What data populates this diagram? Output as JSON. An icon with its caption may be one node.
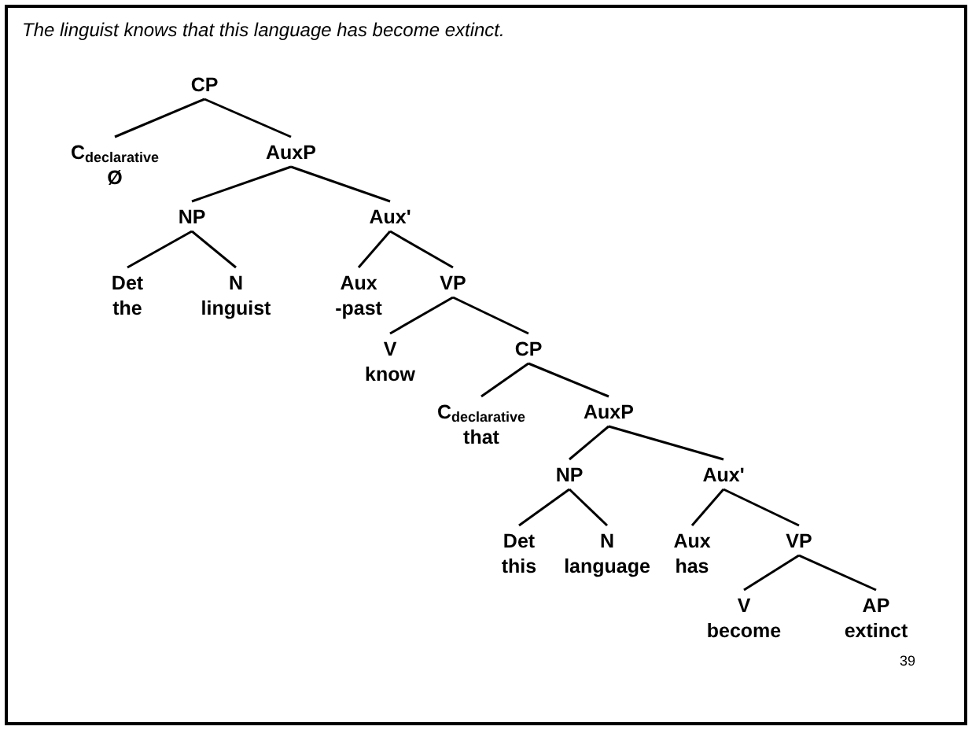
{
  "diagram": {
    "title": "The linguist knows that this language has become extinct.",
    "nodes": [
      {
        "text": [
          "CP"
        ]
      },
      {
        "text": [
          "C$_{declarative}$",
          "Ø"
        ]
      },
      {
        "text": [
          "AuxP"
        ]
      },
      {
        "text": [
          "NP"
        ]
      },
      {
        "text": [
          "Aux'"
        ]
      },
      {
        "text": [
          "Det",
          "the"
        ]
      },
      {
        "text": [
          "N",
          "linguist"
        ]
      },
      {
        "text": [
          "Aux",
          "-past"
        ]
      },
      {
        "text": [
          "VP"
        ]
      },
      {
        "text": [
          "V",
          "know"
        ]
      },
      {
        "text": [
          "CP"
        ]
      },
      {
        "text": [
          "C$_{declarative}$",
          "that"
        ]
      },
      {
        "text": [
          "AuxP"
        ]
      },
      {
        "text": [
          "NP"
        ]
      },
      {
        "text": [
          "Aux'"
        ]
      },
      {
        "text": [
          "Det",
          "this"
        ]
      },
      {
        "text": [
          "N",
          "language"
        ]
      },
      {
        "text": [
          "Aux",
          "has"
        ]
      },
      {
        "text": [
          "VP"
        ]
      },
      {
        "text": [
          "V",
          "become"
        ]
      },
      {
        "text": [
          "AP",
          "extinct"
        ]
      }
    ],
    "edges": [
      {
        "from": 0,
        "to": 1,
        "arrow": "none"
      },
      {
        "from": 0,
        "to": 2,
        "arrow": "none"
      },
      {
        "from": 2,
        "to": 3,
        "arrow": "none"
      },
      {
        "from": 2,
        "to": 4,
        "arrow": "none"
      },
      {
        "from": 3,
        "to": 5,
        "arrow": "none"
      },
      {
        "from": 3,
        "to": 6,
        "arrow": "none"
      },
      {
        "from": 4,
        "to": 7,
        "arrow": "none"
      },
      {
        "from": 4,
        "to": 8,
        "arrow": "none"
      },
      {
        "from": 8,
        "to": 9,
        "arrow": "none"
      },
      {
        "from": 8,
        "to": 10,
        "arrow": "none"
      },
      {
        "from": 10,
        "to": 11,
        "arrow": "none"
      },
      {
        "from": 10,
        "to": 12,
        "arrow": "none"
      },
      {
        "from": 12,
        "to": 13,
        "arrow": "none"
      },
      {
        "from": 12,
        "to": 14,
        "arrow": "none"
      },
      {
        "from": 13,
        "to": 15,
        "arrow": "none"
      },
      {
        "from": 13,
        "to": 16,
        "arrow": "none"
      },
      {
        "from": 14,
        "to": 17,
        "arrow": "none"
      },
      {
        "from": 14,
        "to": 18,
        "arrow": "none"
      },
      {
        "from": 18,
        "to": 19,
        "arrow": "none"
      },
      {
        "from": 18,
        "to": 20,
        "arrow": "none"
      }
    ],
    "labels": [
      "39"
    ]
  }
}
